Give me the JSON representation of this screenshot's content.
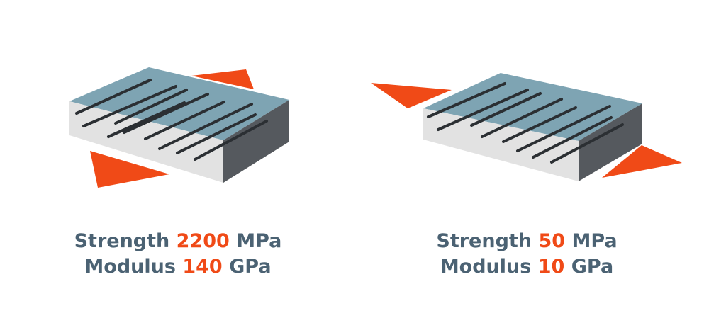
{
  "colors": {
    "text": "#4b6273",
    "accent": "#f04a17",
    "top_face": "#7ea4b3",
    "front_face": "#e2e2e2",
    "side_face": "#55595e",
    "fiber": "#2b2f33",
    "background": "#ffffff"
  },
  "panels": [
    {
      "fiber_orientation": "parallel to load",
      "strength": {
        "label": "Strength",
        "value": "2200",
        "unit": "MPa"
      },
      "modulus": {
        "label": "Modulus",
        "value": "140",
        "unit": "GPa"
      }
    },
    {
      "fiber_orientation": "perpendicular to load",
      "strength": {
        "label": "Strength",
        "value": "50",
        "unit": "MPa"
      },
      "modulus": {
        "label": "Modulus",
        "value": "10",
        "unit": "GPa"
      }
    }
  ]
}
